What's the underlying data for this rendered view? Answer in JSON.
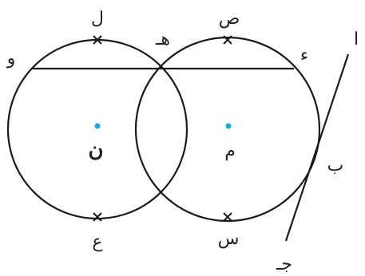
{
  "labels": {
    "lam": "ل",
    "sad": "ص",
    "waw": "و",
    "ha": "هـ",
    "dal": "ء",
    "alef": "ا",
    "nun": "ن",
    "mim": "م",
    "ba": "ب",
    "ain": "ع",
    "sin": "س",
    "jim": "جـ"
  },
  "colors": {
    "stroke": "#1a1a1a",
    "center_dot": "#1aa7e0"
  }
}
